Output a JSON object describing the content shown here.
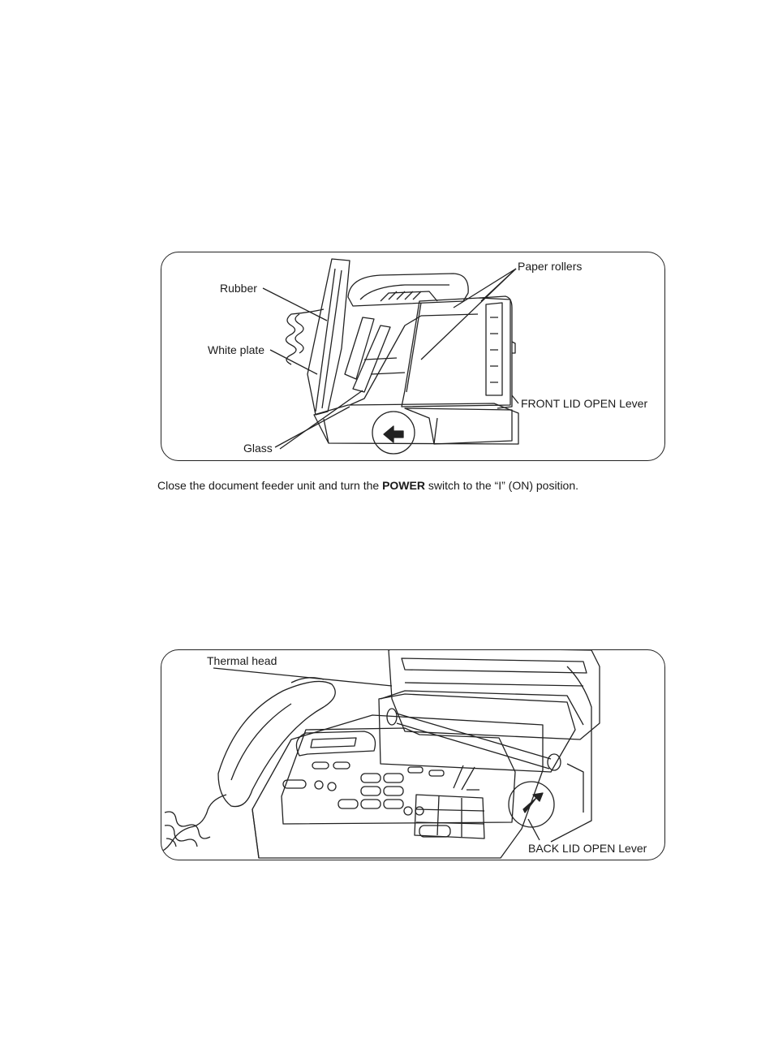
{
  "figure_top": {
    "labels": {
      "paper_rollers": "Paper rollers",
      "rubber": "Rubber",
      "white_plate": "White plate",
      "front_lid_lever": "FRONT LID OPEN Lever",
      "glass": "Glass"
    }
  },
  "caption": {
    "before": "Close the document feeder unit and turn the ",
    "bold": "POWER",
    "after": " switch to the “I” (ON) position."
  },
  "figure_bottom": {
    "labels": {
      "thermal_head": "Thermal head",
      "back_lid_lever": "BACK LID OPEN Lever"
    }
  }
}
